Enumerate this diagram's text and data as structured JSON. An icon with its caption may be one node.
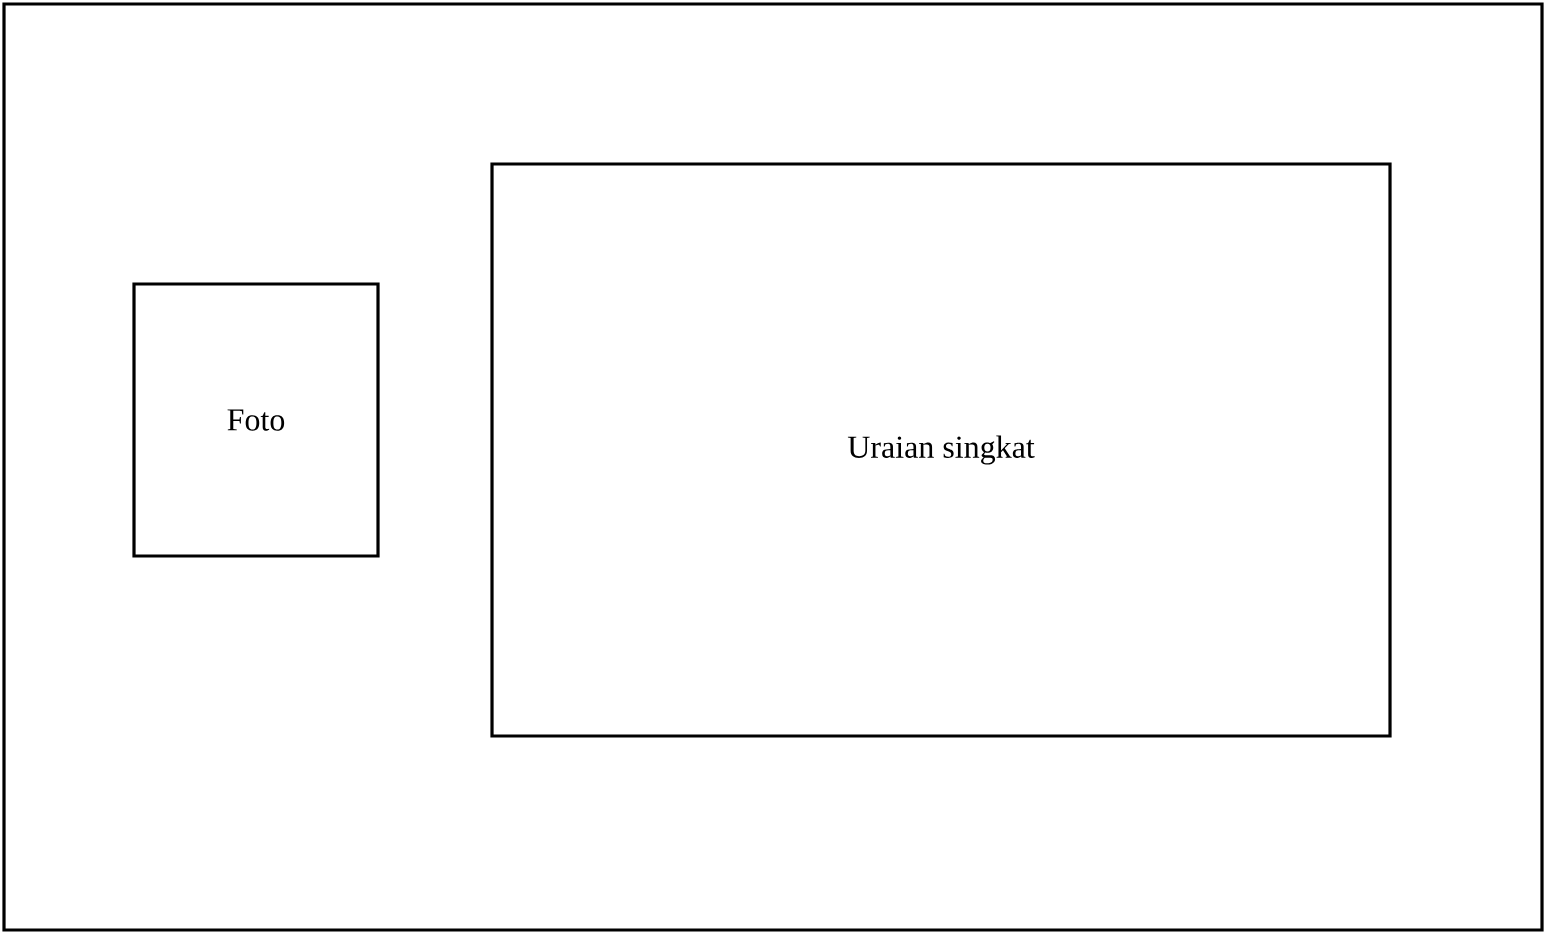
{
  "diagram": {
    "nodes": [
      {
        "text": [],
        "shape": "box"
      },
      {
        "text": [
          "Foto"
        ],
        "in": 0
      },
      {
        "text": [
          "Uraian singkat"
        ],
        "in": 0
      }
    ]
  }
}
